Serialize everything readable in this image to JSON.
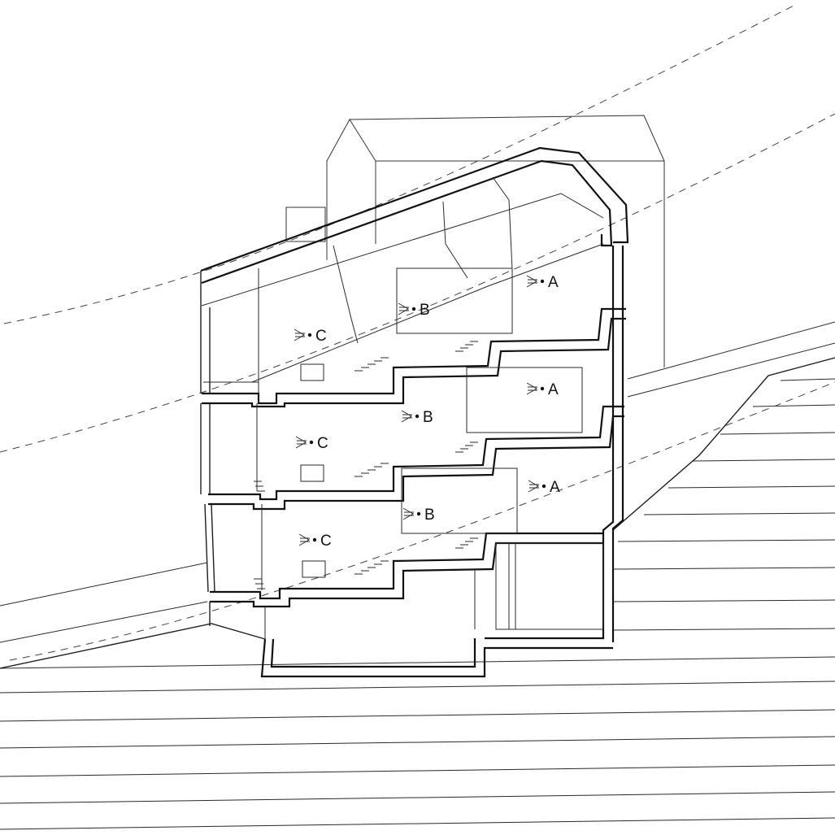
{
  "labels": {
    "a": "A",
    "b": "B",
    "c": "C"
  },
  "icons": {
    "view": "viewpoint-arrow-icon"
  },
  "colors": {
    "line": "#111111",
    "background": "#ffffff"
  }
}
